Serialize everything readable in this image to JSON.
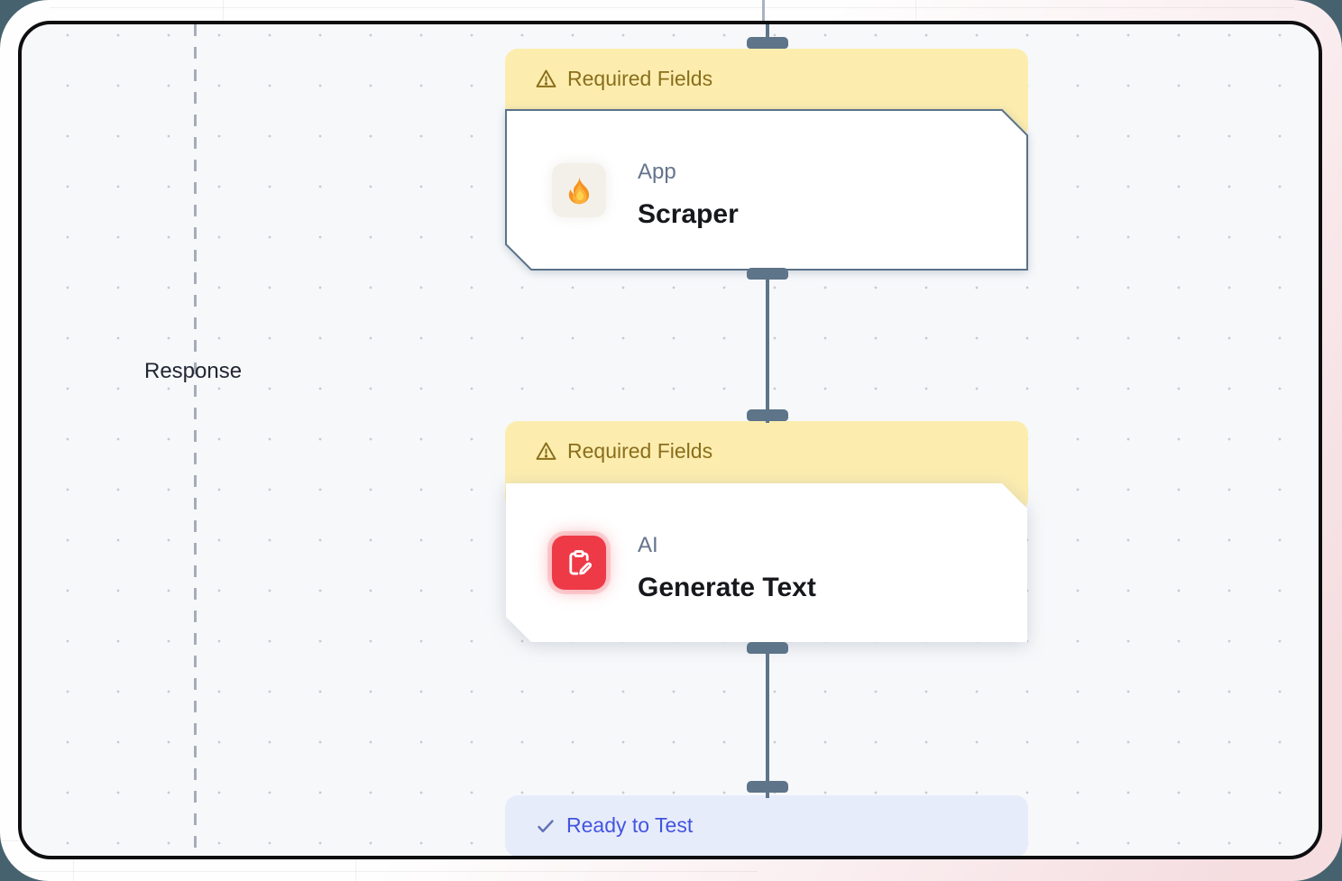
{
  "workflow": {
    "response_edge_label": "Response",
    "nodes": [
      {
        "status_banner": {
          "label": "Required Fields",
          "state": "warning",
          "icon": "warning-triangle-icon"
        },
        "category": "App",
        "title": "Scraper",
        "icon": "fire-icon"
      },
      {
        "status_banner": {
          "label": "Required Fields",
          "state": "warning",
          "icon": "warning-triangle-icon"
        },
        "category": "AI",
        "title": "Generate Text",
        "icon": "clipboard-pen-icon"
      },
      {
        "status_banner": {
          "label": "Ready to Test",
          "state": "ready",
          "icon": "check-icon"
        }
      }
    ]
  },
  "colors": {
    "connector": "#5D7489",
    "warning_banner_bg": "#FCEDAF",
    "warning_banner_text": "#8A6E1B",
    "ready_banner_bg": "#E7ECFB",
    "ready_banner_text": "#4355DE",
    "ai_icon_bg": "#EE3A47",
    "selected_card_border": "#5B7289",
    "canvas_bg": "#F7F8FA",
    "backdrop": "#47626F"
  }
}
